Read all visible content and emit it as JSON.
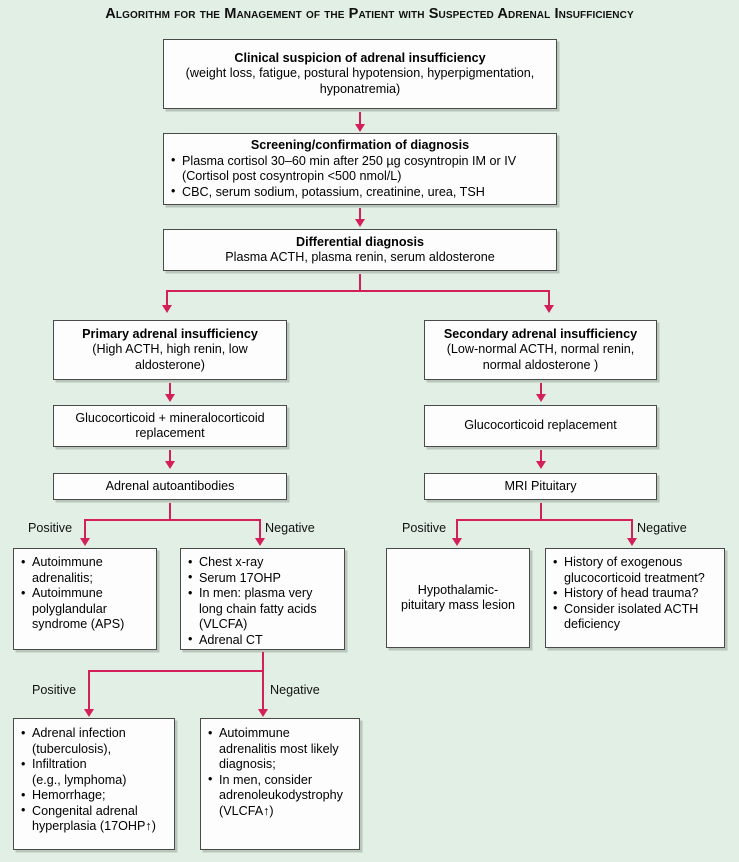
{
  "title": "Algorithm for the Management of the Patient with Suspected Adrenal Insufficiency",
  "colors": {
    "background": "#e2efe4",
    "connector": "#d4205a",
    "box_fill": "#fdfdfd",
    "box_border": "#4a4a4a",
    "box_shadow": "#b9c6bb"
  },
  "nodes": {
    "clinical_suspicion": {
      "heading": "Clinical suspicion of adrenal insufficiency",
      "line2": "(weight loss, fatigue, postural hypotension, hyperpigmentation,",
      "line3": "hyponatremia)"
    },
    "screening": {
      "heading": "Screening/confirmation of diagnosis",
      "b1": "Plasma cortisol 30–60 min after 250 µg cosyntropin IM or IV",
      "b1cont": "(Cortisol post cosyntropin <500 nmol/L)",
      "b2": "CBC, serum sodium, potassium, creatinine, urea, TSH"
    },
    "differential": {
      "heading": "Differential diagnosis",
      "line2": "Plasma ACTH, plasma renin, serum aldosterone"
    },
    "primary_ai": {
      "heading": "Primary adrenal insufficiency",
      "line2": "(High ACTH, high renin, low",
      "line3": "aldosterone)"
    },
    "secondary_ai": {
      "heading": "Secondary adrenal insufficiency",
      "line2": "(Low-normal ACTH, normal renin,",
      "line3": "normal aldosterone )"
    },
    "gc_mc_replacement": {
      "line1": "Glucocorticoid + mineralocorticoid",
      "line2": "replacement"
    },
    "gc_replacement": {
      "line1": "Glucocorticoid replacement"
    },
    "adrenal_autoantibodies": {
      "line1": "Adrenal autoantibodies"
    },
    "mri_pituitary": {
      "line1": "MRI Pituitary"
    },
    "autoimmune_adrenalitis": {
      "b1": "Autoimmune",
      "b1cont": "adrenalitis;",
      "b2": "Autoimmune",
      "b2cont1": "polyglandular",
      "b2cont2": "syndrome (APS)"
    },
    "chest_xray_workup": {
      "b1": "Chest x-ray",
      "b2": "Serum 17OHP",
      "b3": "In men: plasma very",
      "b3cont1": "long chain fatty acids",
      "b3cont2": "(VLCFA)",
      "b4": "Adrenal CT"
    },
    "hypothalamic_mass": {
      "line1": "Hypothalamic-",
      "line2": "pituitary mass lesion"
    },
    "history_workup": {
      "b1": "History of exogenous",
      "b1cont": "glucocorticoid treatment?",
      "b2": "History of head trauma?",
      "b3": "Consider isolated ACTH",
      "b3cont": "deficiency"
    },
    "adrenal_infection": {
      "b1": "Adrenal infection",
      "b1cont": "(tuberculosis),",
      "b2": "Infiltration",
      "b2cont": "(e.g., lymphoma)",
      "b3": "Hemorrhage;",
      "b4": "Congenital adrenal",
      "b4cont": "hyperplasia (17OHP↑)"
    },
    "autoimmune_likely": {
      "b1": "Autoimmune",
      "b1cont1": "adrenalitis most likely",
      "b1cont2": "diagnosis;",
      "b2": "In men, consider",
      "b2cont1": "adrenoleukodystrophy",
      "b2cont2": "(VLCFA↑)"
    }
  },
  "branch_labels": {
    "autoantibodies_positive": "Positive",
    "autoantibodies_negative": "Negative",
    "mri_positive": "Positive",
    "mri_negative": "Negative",
    "workup_positive": "Positive",
    "workup_negative": "Negative"
  }
}
